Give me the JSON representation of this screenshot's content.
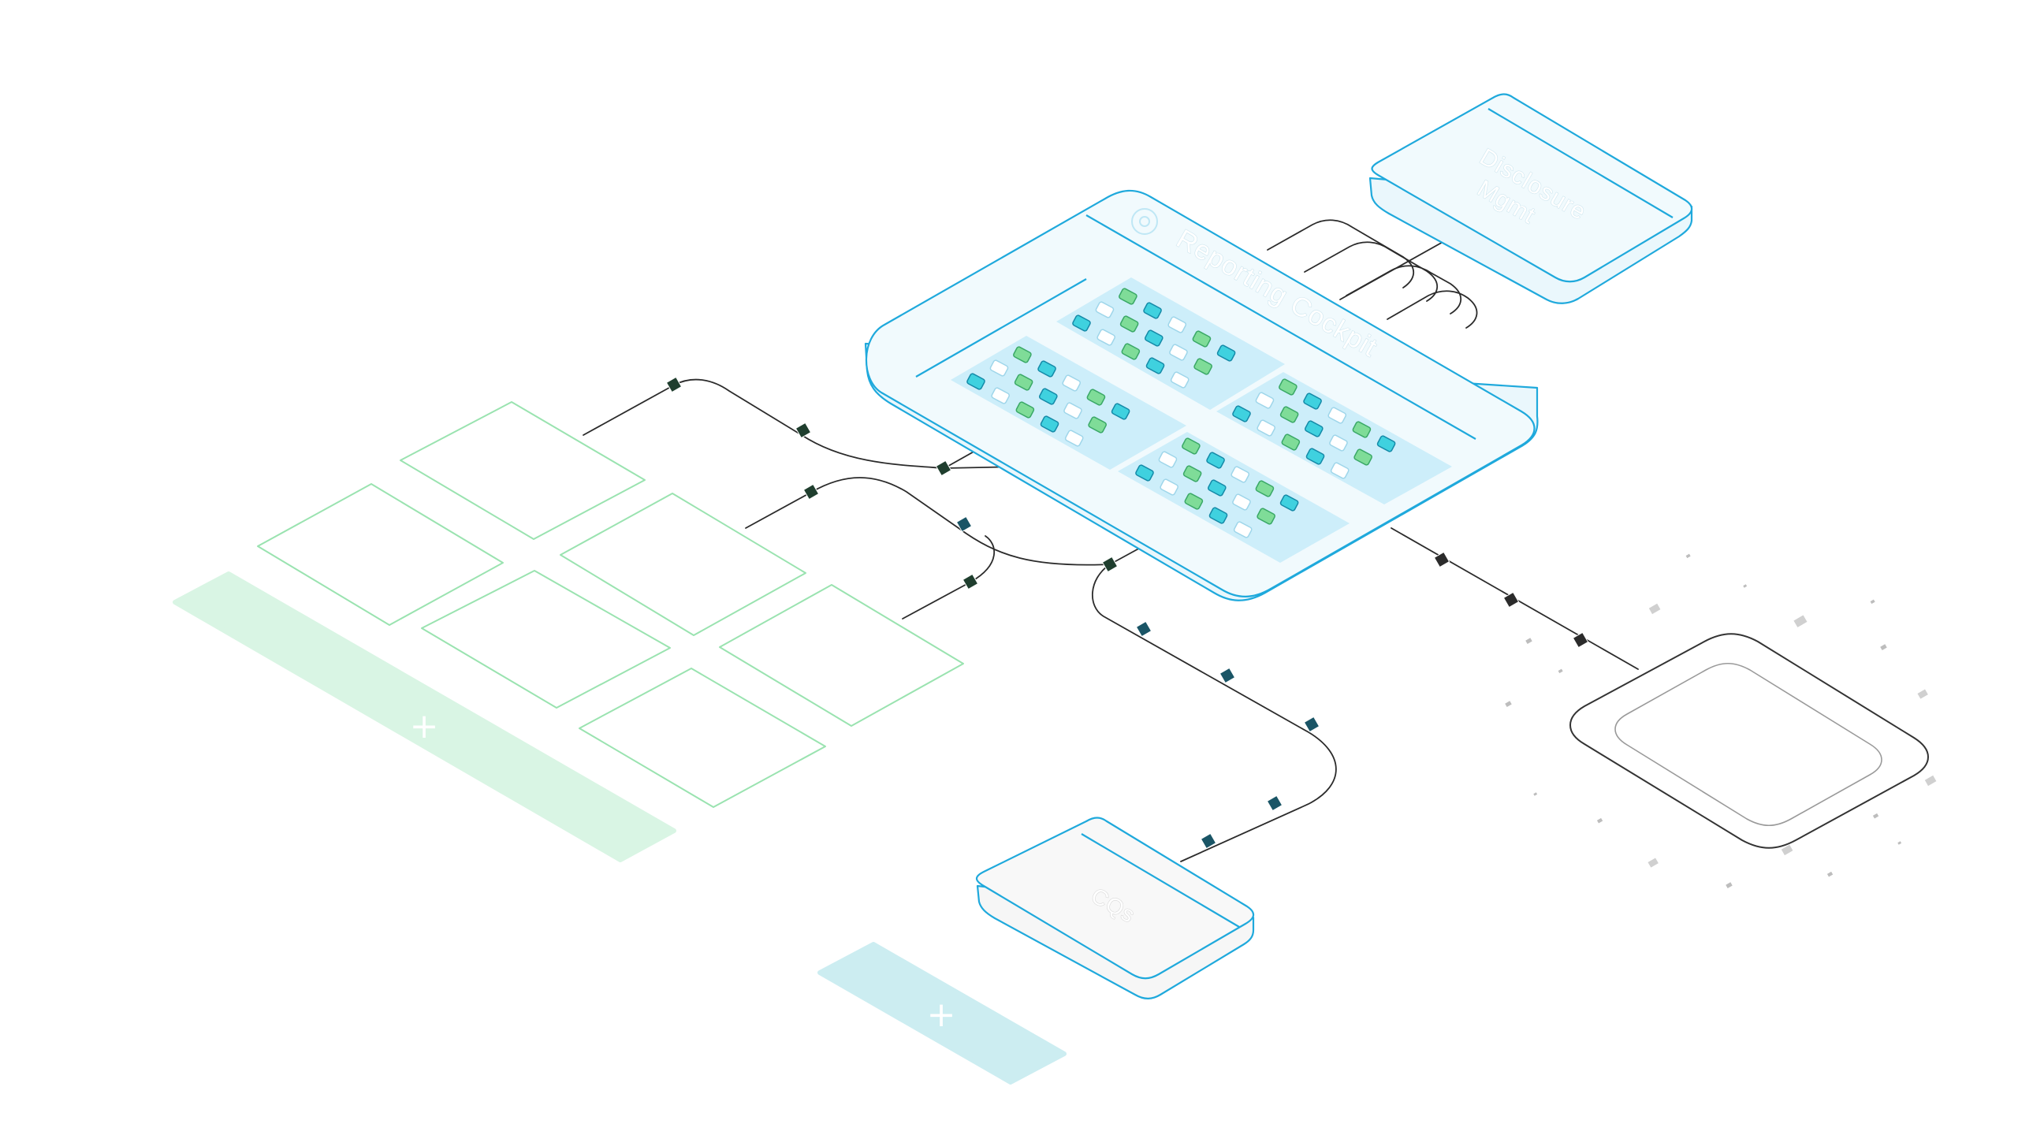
{
  "labels": {
    "main_panel": "Reporting Cockpit",
    "side_panel_line1": "Disclosure",
    "side_panel_line2": "Mgmt",
    "bottom_panel": "CQs"
  },
  "add_buttons": {
    "green_symbol": "+",
    "teal_symbol": "+"
  },
  "colors": {
    "blue_stroke": "#1fa9dc",
    "panel_fill": "#f1fafd",
    "grid_fill": "#cdeefa",
    "cell_teal": "#3fd1df",
    "cell_green": "#7fdc98",
    "cell_white": "#ffffff",
    "green_outline": "#9ae3b0",
    "green_bar": "#d9f5e4",
    "teal_bar": "#ccedf1",
    "wire": "#2b2b2b",
    "node_dark": "#1f3e2e",
    "node_teal": "#1a5566",
    "ring": "#333333",
    "scatter_gray": "#cfcfcf"
  }
}
